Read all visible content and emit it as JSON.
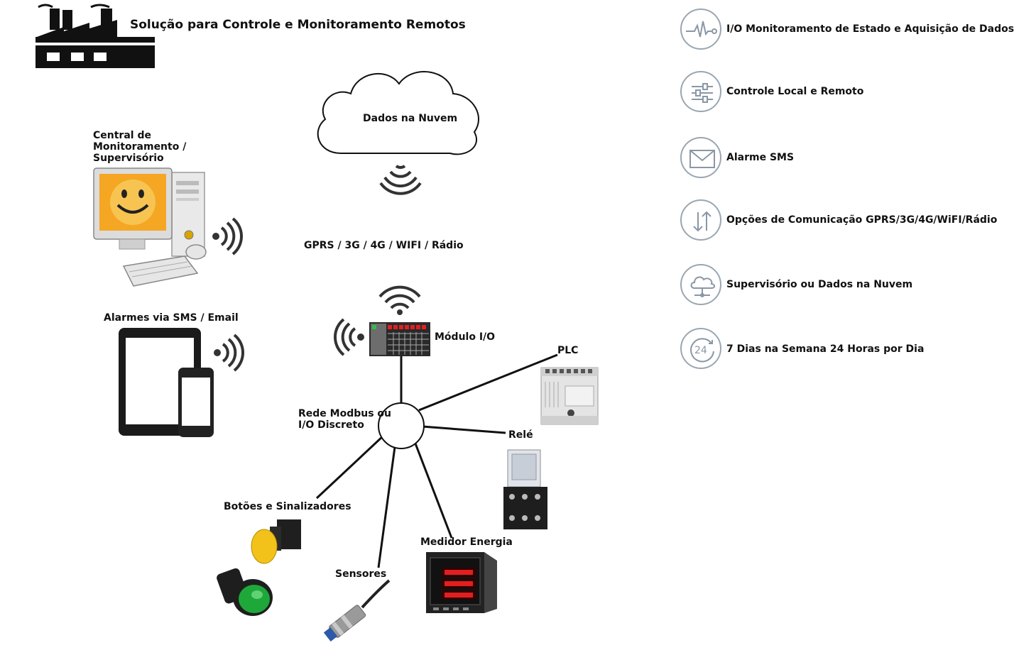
{
  "header": {
    "title": "Solução para Controle e Monitoramento Remotos"
  },
  "diagram": {
    "cloud_label": "Dados na Nuvem",
    "comm_label": "GPRS / 3G / 4G  / WIFI / Rádio",
    "station_label_lines": [
      "Central de",
      "Monitoramento /",
      "Supervisório"
    ],
    "alarms_label": "Alarmes via SMS / Email",
    "io_module_label": "Módulo I/O",
    "network_label_lines": [
      "Rede Modbus ou",
      "I/O Discreto"
    ],
    "devices": {
      "plc": "PLC",
      "relay": "Relé",
      "energy_meter": "Medidor Energia",
      "sensors": "Sensores",
      "buttons": "Botões e Sinalizadores"
    }
  },
  "features": [
    {
      "icon": "pulse-icon",
      "label": "I/O Monitoramento de Estado e Aquisição de Dados"
    },
    {
      "icon": "sliders-icon",
      "label": "Controle Local e Remoto"
    },
    {
      "icon": "envelope-icon",
      "label": "Alarme SMS"
    },
    {
      "icon": "updown-arrows-icon",
      "label": "Opções de Comunicação GPRS/3G/4G/WiFI/Rádio"
    },
    {
      "icon": "cloud-network-icon",
      "label": "Supervisório ou Dados na Nuvem"
    },
    {
      "icon": "clock-24-icon",
      "label": "7 Dias na Semana 24 Horas por Dia"
    }
  ],
  "colors": {
    "icon_stroke": "#8a97a6",
    "led_red": "#e02020",
    "lamp_green": "#1fa83a",
    "button_yellow": "#f2c21a",
    "screen_orange": "#f5a623"
  }
}
